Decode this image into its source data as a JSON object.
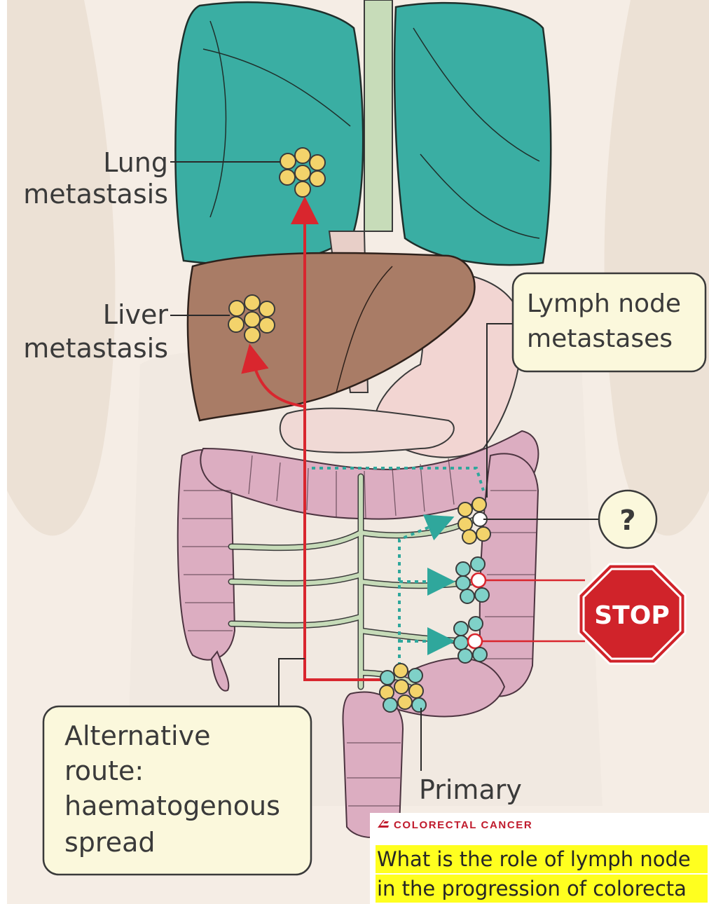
{
  "labels": {
    "lung_line1": "Lung",
    "lung_line2": "metastasis",
    "liver_line1": "Liver",
    "liver_line2": "metastasis",
    "lymph_line1": "Lymph node",
    "lymph_line2": "metastases",
    "question": "?",
    "stop": "STOP",
    "alt_line1": "Alternative",
    "alt_line2": "route:",
    "alt_line3": "haematogenous",
    "alt_line4": "spread",
    "primary": "Primary"
  },
  "caption": {
    "tag": "COLORECTAL CANCER",
    "line1": "What is the role of lymph node",
    "line2": "in the progression of colorecta"
  },
  "colors": {
    "lung": "#3aaea3",
    "liver": "#a97c66",
    "colon": "#dcadc1",
    "vessel": "#c6dbb8",
    "red_route": "#d9262e",
    "lymph_route": "#2fa79c",
    "stop_sign": "#d0232a",
    "callout_fill": "#fbf8dc",
    "highlight": "#ffff1f"
  }
}
